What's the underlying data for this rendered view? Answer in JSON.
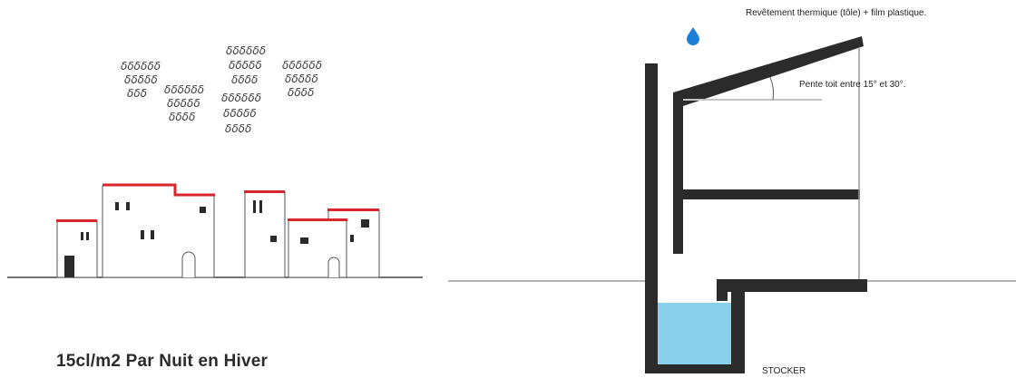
{
  "caption": "15cl/m2 Par Nuit en Hiver",
  "annotations": {
    "coating": "Revêtement thermique (tôle) + film plastique.",
    "slope": "Pente toit entre 15° et 30°.",
    "store": "STOCKER"
  },
  "colors": {
    "roof_trim": "#d9262c",
    "wall": "#2b2b2b",
    "water": "#87cfea",
    "drop": "#1e7fd6",
    "ground": "#9a9a9a",
    "line": "#888888"
  },
  "rain_glyph": "δ"
}
